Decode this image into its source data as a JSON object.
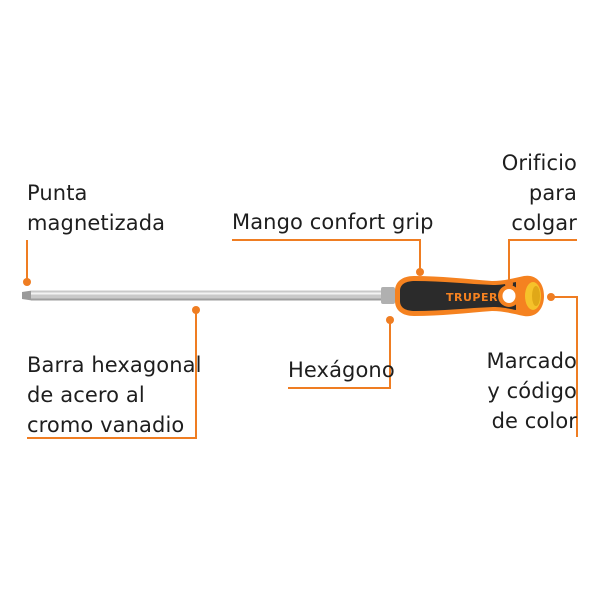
{
  "colors": {
    "accent": "#ef7d22",
    "handle_dark": "#2b2b2b",
    "handle_orange": "#f58220",
    "cap_yellow": "#f6c22a",
    "shaft": "#c9c9c9",
    "text": "#1e1e1e"
  },
  "handle": {
    "brand": "TRUPER"
  },
  "labels": {
    "punta": {
      "lines": [
        "Punta",
        "magnetizada"
      ]
    },
    "mango": {
      "lines": [
        "Mango confort grip"
      ]
    },
    "orificio": {
      "lines": [
        "Orificio",
        "para",
        "colgar"
      ]
    },
    "barra": {
      "lines": [
        "Barra hexagonal",
        "de acero al",
        "cromo vanadio"
      ]
    },
    "hexagono": {
      "lines": [
        "Hexágono"
      ]
    },
    "marcado": {
      "lines": [
        "Marcado",
        "y código",
        "de color"
      ]
    }
  }
}
